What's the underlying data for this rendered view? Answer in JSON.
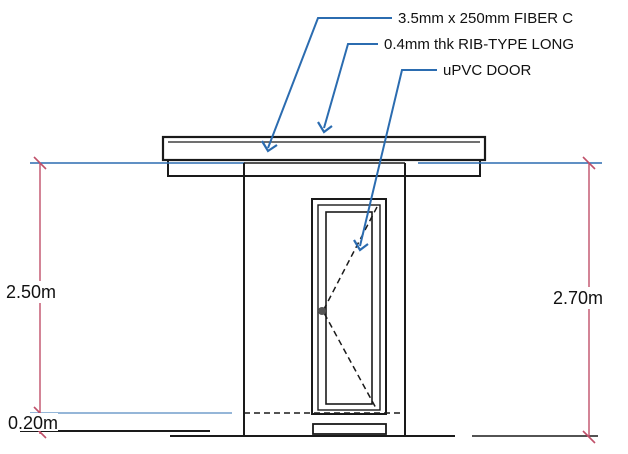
{
  "callouts": [
    {
      "text": "3.5mm x 250mm FIBER C"
    },
    {
      "text": "0.4mm thk RIB-TYPE LONG"
    },
    {
      "text": "uPVC DOOR"
    }
  ],
  "dimensions": {
    "left_height": "2.50m",
    "left_base": "0.20m",
    "right_height": "2.70m"
  },
  "colors": {
    "linework": "#1a1a1a",
    "leader_blue": "#2b6cb0",
    "dimension_red": "#c0506a",
    "paper": "#ffffff"
  }
}
